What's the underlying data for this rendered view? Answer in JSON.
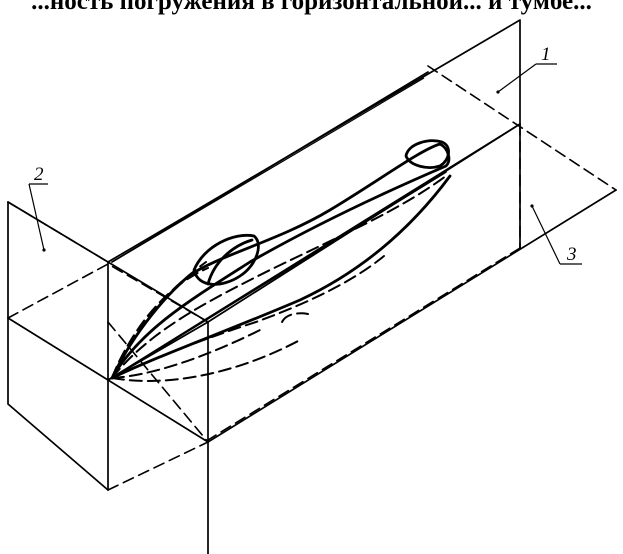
{
  "header": {
    "text": "...ность погружения в горизонтальной... и тумбе..."
  },
  "labels": {
    "plane_1": "1",
    "plane_2": "2",
    "plane_3": "3"
  },
  "colors": {
    "ink": "#000000",
    "background": "#ffffff"
  }
}
